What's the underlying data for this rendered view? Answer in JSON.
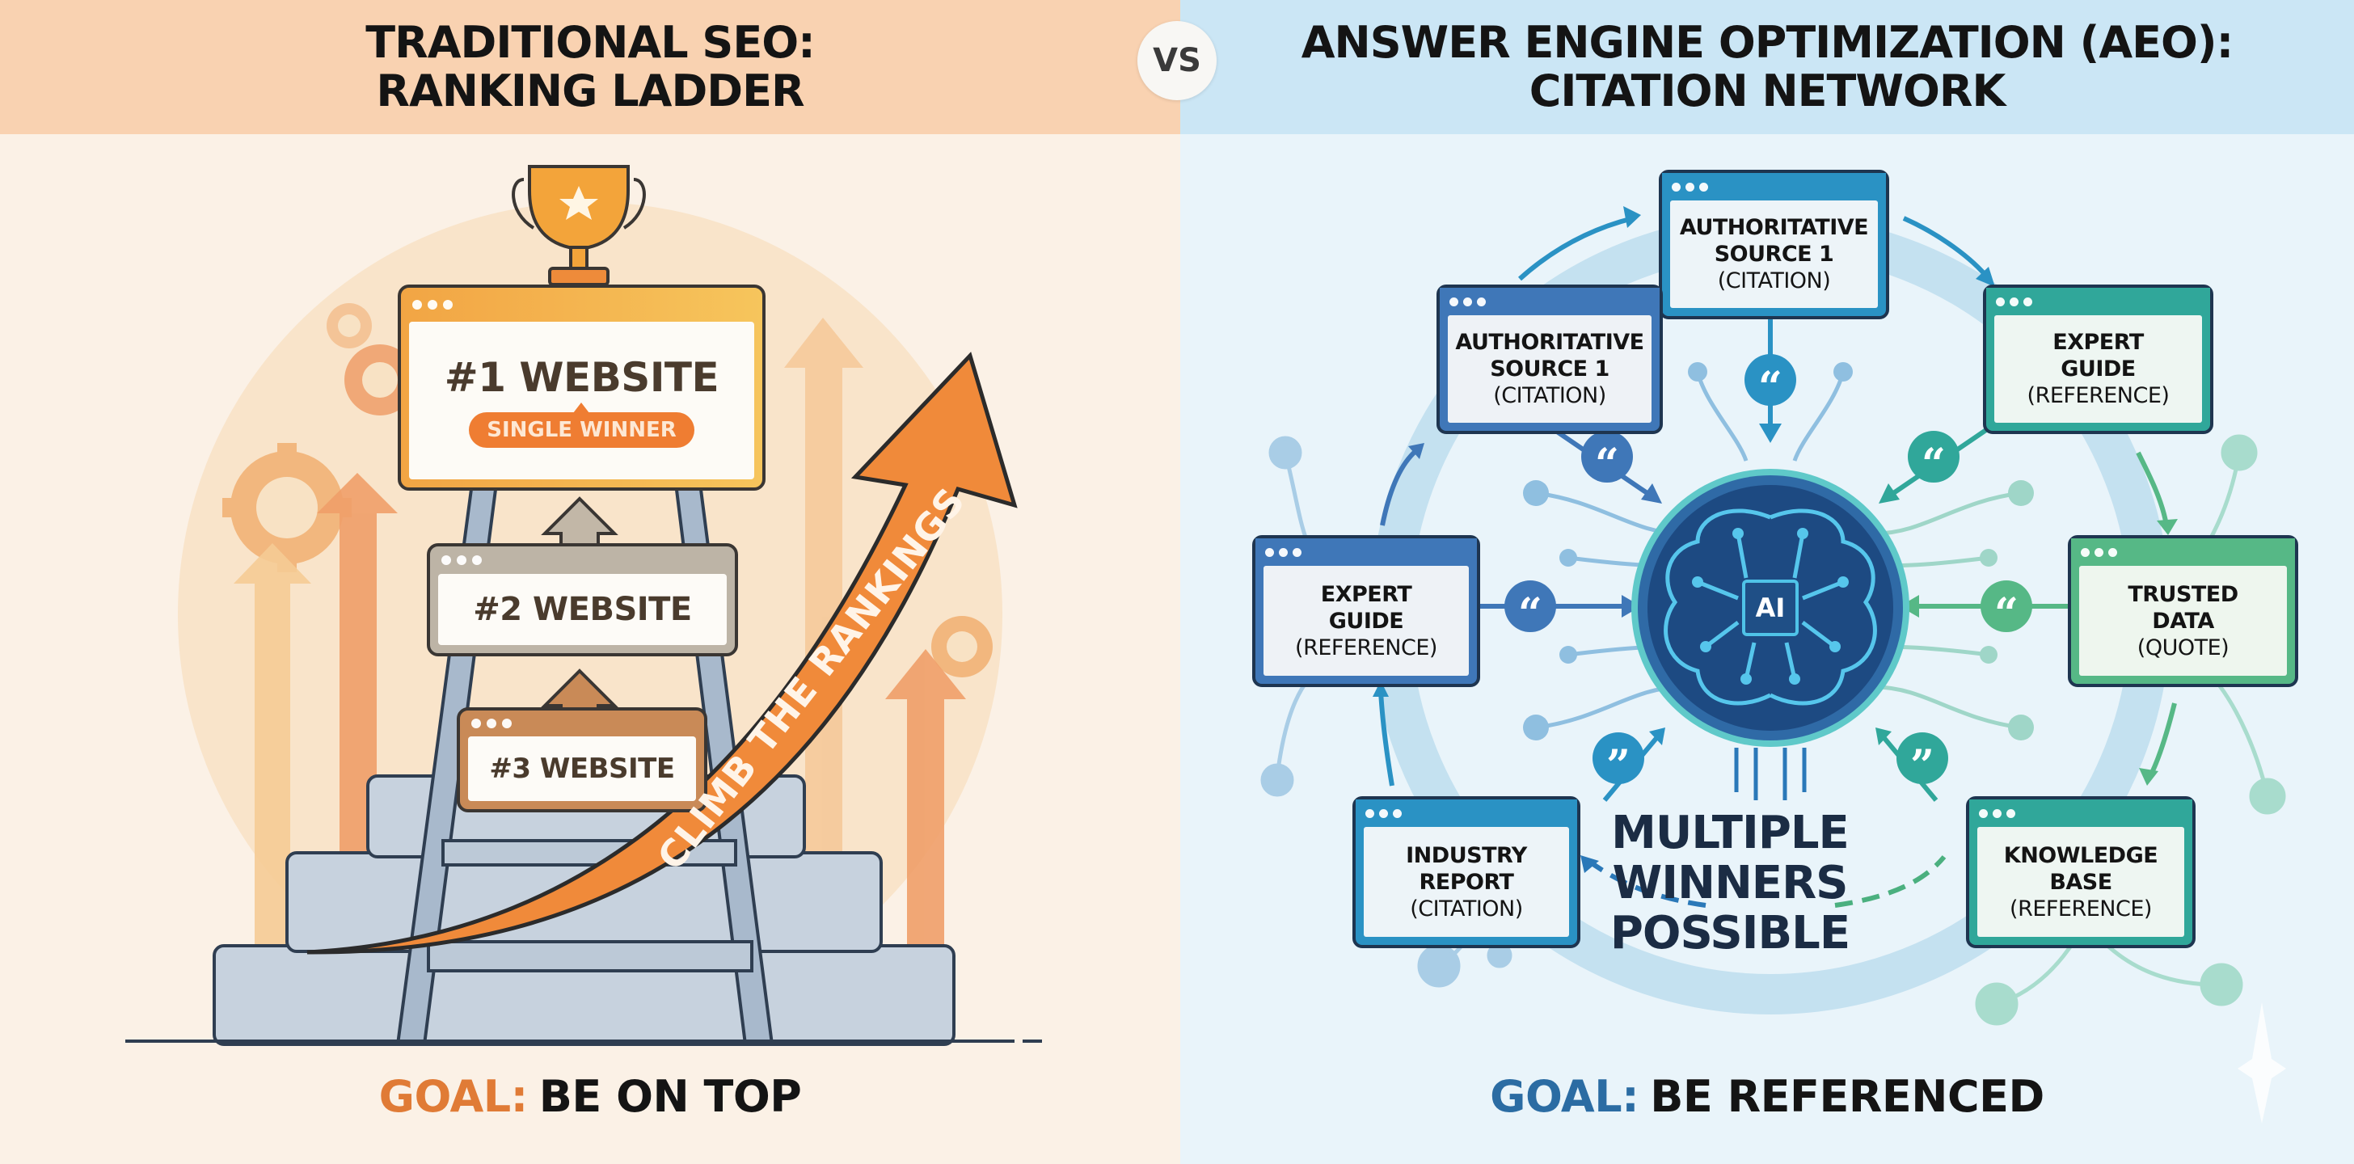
{
  "left_panel": {
    "header": {
      "line1": "TRADITIONAL SEO:",
      "line2": "RANKING LADDER"
    },
    "ranks": [
      {
        "label": "#1 WEBSITE",
        "badge": "SINGLE WINNER"
      },
      {
        "label": "#2 WEBSITE"
      },
      {
        "label": "#3 WEBSITE"
      }
    ],
    "arrow_label": "CLIMB THE RANKINGS",
    "goal": {
      "key": "GOAL:",
      "value": "BE ON TOP"
    },
    "icons": [
      "trophy-icon",
      "star-icon",
      "gear-icon",
      "up-arrow-icon",
      "ladder-icon",
      "stairs-icon"
    ],
    "colors": {
      "header_bg": "#f9d2b1",
      "bg": "#fbf1e6",
      "accent": "#ef7d32",
      "goal_key": "#e07b36"
    }
  },
  "vs_label": "VS",
  "right_panel": {
    "header": {
      "line1": "ANSWER ENGINE OPTIMIZATION (AEO):",
      "line2": "CITATION NETWORK"
    },
    "hub_label": "AI",
    "sources": [
      {
        "title": "AUTHORITATIVE",
        "title2": "SOURCE 1",
        "type": "(CITATION)",
        "position": "top"
      },
      {
        "title": "AUTHORITATIVE",
        "title2": "SOURCE 1",
        "type": "(CITATION)",
        "position": "upper-left"
      },
      {
        "title": "EXPERT",
        "title2": "GUIDE",
        "type": "(REFERENCE)",
        "position": "upper-right"
      },
      {
        "title": "EXPERT",
        "title2": "GUIDE",
        "type": "(REFERENCE)",
        "position": "left"
      },
      {
        "title": "TRUSTED",
        "title2": "DATA",
        "type": "(QUOTE)",
        "position": "right"
      },
      {
        "title": "INDUSTRY",
        "title2": "REPORT",
        "type": "(CITATION)",
        "position": "lower-left"
      },
      {
        "title": "KNOWLEDGE",
        "title2": "BASE",
        "type": "(REFERENCE)",
        "position": "lower-right"
      }
    ],
    "center_text": {
      "line1": "MULTIPLE",
      "line2": "WINNERS",
      "line3": "POSSIBLE"
    },
    "goal": {
      "key": "GOAL:",
      "value": "BE REFERENCED"
    },
    "icons": [
      "brain-circuit-icon",
      "quote-icon",
      "arrow-icon",
      "network-node-icon",
      "sparkle-icon"
    ],
    "colors": {
      "header_bg": "#cbe6f5",
      "bg": "#e9f4fa",
      "blue": "#3f77b8",
      "cyan": "#2a92c4",
      "teal": "#30a79a",
      "green": "#56b886",
      "hub": "#1f4f86",
      "goal_key": "#2b6ca3"
    }
  }
}
